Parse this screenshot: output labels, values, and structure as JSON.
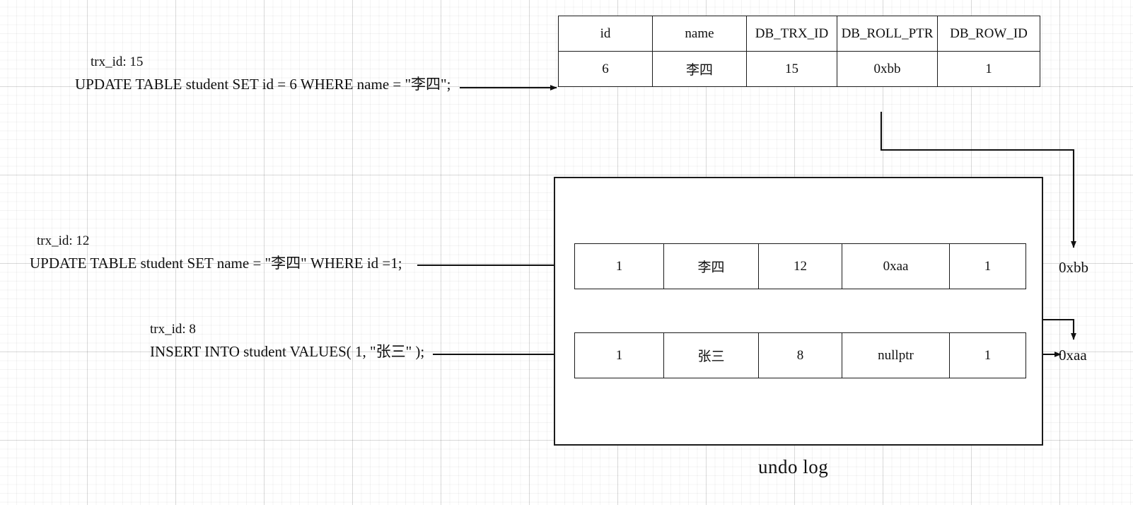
{
  "diagram": {
    "caption": "undo log",
    "record_table": {
      "headers": [
        "id",
        "name",
        "DB_TRX_ID",
        "DB_ROLL_PTR",
        "DB_ROW_ID"
      ],
      "rows": [
        [
          "6",
          "李四",
          "15",
          "0xbb",
          "1"
        ]
      ]
    },
    "undo_log": {
      "rows": [
        {
          "cells": [
            "1",
            "李四",
            "12",
            "0xaa",
            "1"
          ]
        },
        {
          "cells": [
            "1",
            "张三",
            "8",
            "nullptr",
            "1"
          ]
        }
      ]
    },
    "statements": [
      {
        "trx": "trx_id: 15",
        "sql": "UPDATE TABLE student SET id = 6  WHERE name = \"李四\";"
      },
      {
        "trx": "trx_id: 12",
        "sql": "UPDATE TABLE student SET name = \"李四\"  WHERE id =1;"
      },
      {
        "trx": "trx_id: 8",
        "sql": "INSERT INTO student VALUES( 1, \"张三\" );"
      }
    ],
    "pointer_labels": [
      {
        "text": "0xbb"
      },
      {
        "text": "0xaa"
      }
    ],
    "colors": {
      "stroke": "#1b1b1b",
      "text": "#111111",
      "background": "#ffffff",
      "grid_minor": "rgba(0,0,0,0.045)",
      "grid_major": "rgba(0,0,0,0.11)"
    }
  }
}
